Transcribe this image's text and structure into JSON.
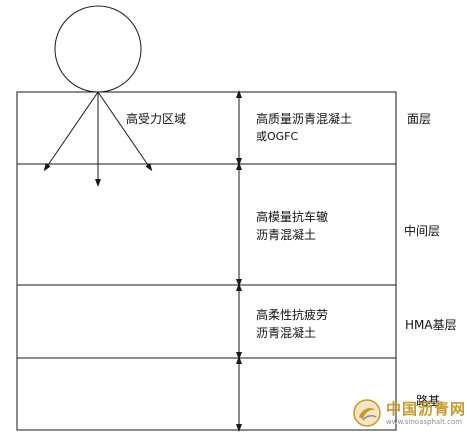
{
  "load": {
    "zone_label": "高受力区域"
  },
  "layers": [
    {
      "name": "面层",
      "material_lines": [
        "高质量沥青混凝土",
        "或OGFC"
      ]
    },
    {
      "name": "中间层",
      "material_lines": [
        "高模量抗车辙",
        "沥青混凝土"
      ]
    },
    {
      "name": "HMA基层",
      "material_lines": [
        "高柔性抗疲劳",
        "沥青混凝土"
      ]
    },
    {
      "name": "路基",
      "material_lines": []
    }
  ],
  "watermark": {
    "name": "中国沥青网",
    "url": "www.sinoasphalt.com"
  },
  "colors": {
    "line": "#1a1a1a",
    "watermark_gold": "#c79a2a",
    "watermark_grey": "#8f8f8f"
  }
}
